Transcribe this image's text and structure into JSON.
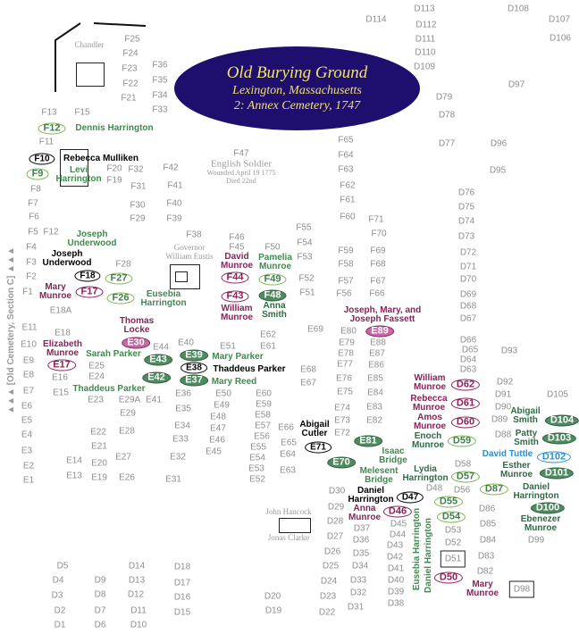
{
  "title": {
    "line1": "Old Burying Ground",
    "line2": "Lexington, Massachusetts",
    "line3": "2: Annex Cemetery, 1747"
  },
  "side_label": "▲▲▲ [Old Cemetery, Section C] ▲▲▲",
  "landmarks": {
    "chandler": "Chandler",
    "governor": "Governor\nWilliam Eustis",
    "john_hancock": "John Hancock",
    "jonas_clarke": "Jonas Clarke"
  },
  "english_soldier": {
    "plot": "F47",
    "name": "English Soldier",
    "wounded": "Wounded April 19 1775",
    "died": "Died 22nd"
  },
  "plots": [
    "F25",
    "F24",
    "F23",
    "F22",
    "F21",
    "F36",
    "F35",
    "F34",
    "F33",
    "F13",
    "F15",
    "F11",
    "F20",
    "F32",
    "F42",
    "F19",
    "F8",
    "F31",
    "F41",
    "F7",
    "F30",
    "F40",
    "F6",
    "F29",
    "F39",
    "F5",
    "F12",
    "F38",
    "F4",
    "F3",
    "F2",
    "F1",
    "F46",
    "F45",
    "F50",
    "F55",
    "F54",
    "F53",
    "F52",
    "F51",
    "F28",
    "F65",
    "F64",
    "F63",
    "F62",
    "F61",
    "F60",
    "F71",
    "F70",
    "F59",
    "F69",
    "F58",
    "F68",
    "F57",
    "F67",
    "F56",
    "F66",
    "E18A",
    "E11",
    "E18",
    "E44",
    "E40",
    "E62",
    "E10",
    "E9",
    "E25",
    "E51",
    "E61",
    "E50",
    "E60",
    "E8",
    "E16",
    "E24",
    "E49",
    "E59",
    "E7",
    "E15",
    "E23",
    "E36",
    "E48",
    "E58",
    "E29A",
    "E41",
    "E35",
    "E47",
    "E57",
    "E6",
    "E5",
    "E29",
    "E46",
    "E56",
    "E34",
    "E45",
    "E55",
    "E4",
    "E22",
    "E28",
    "E33",
    "E3",
    "E21",
    "E14",
    "E20",
    "E27",
    "E32",
    "E2",
    "E1",
    "E13",
    "E19",
    "E26",
    "E31",
    "E54",
    "E53",
    "E52",
    "E66",
    "E65",
    "E64",
    "E63",
    "E69",
    "E68",
    "E67",
    "E80",
    "E79",
    "E88",
    "E78",
    "E87",
    "E77",
    "E86",
    "E76",
    "E85",
    "E75",
    "E84",
    "E74",
    "E83",
    "E73",
    "E82",
    "E72",
    "D114",
    "D113",
    "D112",
    "D111",
    "D110",
    "D109",
    "D108",
    "D107",
    "D106",
    "D97",
    "D79",
    "D78",
    "D77",
    "D96",
    "D95",
    "D76",
    "D75",
    "D74",
    "D73",
    "D72",
    "D71",
    "D70",
    "D69",
    "D68",
    "D67",
    "D66",
    "D65",
    "D64",
    "D63",
    "D93",
    "D92",
    "D91",
    "D105",
    "D90",
    "D89",
    "D88",
    "D58",
    "D48",
    "D56",
    "D30",
    "D29",
    "D86",
    "D28",
    "D37",
    "D45",
    "D85",
    "D53",
    "D27",
    "D36",
    "D44",
    "D84",
    "D99",
    "D52",
    "D26",
    "D35",
    "D43",
    "D83",
    "D42",
    "D25",
    "D34",
    "D41",
    "D24",
    "D33",
    "D40",
    "D82",
    "D23",
    "D32",
    "D39",
    "D22",
    "D31",
    "D38",
    "D20",
    "D19",
    "D5",
    "D4",
    "D3",
    "D2",
    "D1",
    "D9",
    "D8",
    "D7",
    "D6",
    "D14",
    "D13",
    "D12",
    "D11",
    "D10",
    "D18",
    "D17",
    "D16",
    "D15"
  ],
  "boxed_plots": [
    "D51",
    "D98"
  ],
  "marked_plots": [
    {
      "label": "F12",
      "type": "gout"
    },
    {
      "label": "F10",
      "type": "black"
    },
    {
      "label": "F9",
      "type": "gout"
    },
    {
      "label": "F18",
      "type": "black"
    },
    {
      "label": "F27",
      "type": "gout"
    },
    {
      "label": "F17",
      "type": "maroon"
    },
    {
      "label": "F26",
      "type": "gout"
    },
    {
      "label": "F44",
      "type": "maroon"
    },
    {
      "label": "F49",
      "type": "gout"
    },
    {
      "label": "F43",
      "type": "maroon"
    },
    {
      "label": "F48",
      "type": "gfill"
    },
    {
      "label": "E30",
      "type": "pink"
    },
    {
      "label": "E17",
      "type": "maroon"
    },
    {
      "label": "E43",
      "type": "gfill"
    },
    {
      "label": "E39",
      "type": "gfill"
    },
    {
      "label": "E38",
      "type": "black"
    },
    {
      "label": "E42",
      "type": "gfill"
    },
    {
      "label": "E37",
      "type": "gfill"
    },
    {
      "label": "E89",
      "type": "pink"
    },
    {
      "label": "E81",
      "type": "gfill"
    },
    {
      "label": "E71",
      "type": "black"
    },
    {
      "label": "E70",
      "type": "gfill"
    },
    {
      "label": "D62",
      "type": "maroon"
    },
    {
      "label": "D61",
      "type": "maroon"
    },
    {
      "label": "D60",
      "type": "maroon"
    },
    {
      "label": "D59",
      "type": "gout"
    },
    {
      "label": "D104",
      "type": "gfill"
    },
    {
      "label": "D103",
      "type": "gfill"
    },
    {
      "label": "D102",
      "type": "blue"
    },
    {
      "label": "D57",
      "type": "gout"
    },
    {
      "label": "D101",
      "type": "gfill"
    },
    {
      "label": "D87",
      "type": "gout"
    },
    {
      "label": "D47",
      "type": "black"
    },
    {
      "label": "D55",
      "type": "gout"
    },
    {
      "label": "D100",
      "type": "gfill"
    },
    {
      "label": "D46",
      "type": "maroon"
    },
    {
      "label": "D54",
      "type": "gout"
    },
    {
      "label": "D50",
      "type": "maroon"
    }
  ],
  "names": [
    {
      "text": "Dennis Harrington",
      "color": "green"
    },
    {
      "text": "Rebecca Mulliken",
      "color": "black"
    },
    {
      "text": "Levi\nHarrington",
      "color": "green"
    },
    {
      "text": "Joseph\nUnderwood",
      "color": "black"
    },
    {
      "text": "Joseph\nUnderwood",
      "color": "green"
    },
    {
      "text": "Mary\nMunroe",
      "color": "maroon"
    },
    {
      "text": "Eusebia\nHarrington",
      "color": "green"
    },
    {
      "text": "David\nMunroe",
      "color": "maroon"
    },
    {
      "text": "Pamelia\nMunroe",
      "color": "green"
    },
    {
      "text": "William\nMunroe",
      "color": "maroon"
    },
    {
      "text": "Anna\nSmith",
      "color": "dgreen"
    },
    {
      "text": "Thomas\nLocke",
      "color": "maroon"
    },
    {
      "text": "Elizabeth\nMunroe",
      "color": "maroon"
    },
    {
      "text": "Sarah Parker",
      "color": "green"
    },
    {
      "text": "Mary Parker",
      "color": "green"
    },
    {
      "text": "Thaddeus Parker",
      "color": "black"
    },
    {
      "text": "Thaddeus Parker",
      "color": "green"
    },
    {
      "text": "Mary Reed",
      "color": "green"
    },
    {
      "text": "Joseph, Mary, and\nJoseph Fassett",
      "color": "maroon"
    },
    {
      "text": "Abigail\nCutler",
      "color": "black"
    },
    {
      "text": "Isaac\nBridge",
      "color": "green"
    },
    {
      "text": "Melesent\nBridge",
      "color": "green"
    },
    {
      "text": "William\nMunroe",
      "color": "maroon"
    },
    {
      "text": "Rebecca\nMunroe",
      "color": "maroon"
    },
    {
      "text": "Amos\nMunroe",
      "color": "maroon"
    },
    {
      "text": "Abigail\nSmith",
      "color": "dgreen"
    },
    {
      "text": "Enoch\nMunroe",
      "color": "dgreen"
    },
    {
      "text": "Patty\nSmith",
      "color": "dgreen"
    },
    {
      "text": "David Tuttle",
      "color": "blue"
    },
    {
      "text": "Lydia\nHarrington",
      "color": "dgreen"
    },
    {
      "text": "Esther\nMunroe",
      "color": "dgreen"
    },
    {
      "text": "Daniel\nHarrington",
      "color": "dgreen"
    },
    {
      "text": "Daniel\nHarrington",
      "color": "black"
    },
    {
      "text": "Ebenezer\nMunroe",
      "color": "dgreen"
    },
    {
      "text": "Anna\nMunroe",
      "color": "maroon"
    },
    {
      "text": "Mary\nMunroe",
      "color": "maroon"
    },
    {
      "text": "Eusebia Harrington",
      "color": "green"
    },
    {
      "text": "Daniel Harrington",
      "color": "green"
    }
  ]
}
